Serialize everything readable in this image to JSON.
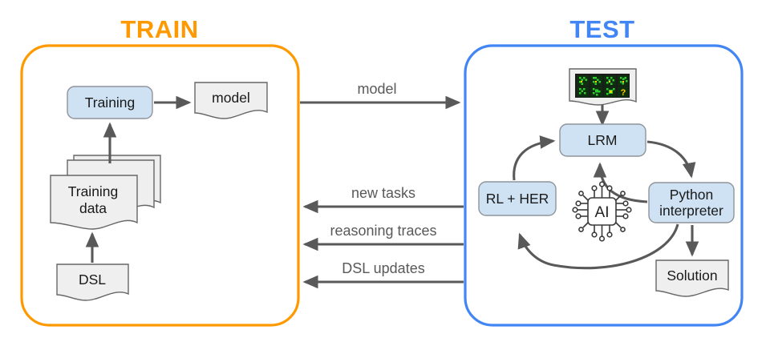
{
  "panels": [
    {
      "id": "train",
      "title": "TRAIN",
      "color": "#ff9900",
      "nodes": [
        {
          "id": "training",
          "label": "Training",
          "shape": "process"
        },
        {
          "id": "model",
          "label": "model",
          "shape": "document"
        },
        {
          "id": "training-data",
          "label_line1": "Training",
          "label_line2": "data",
          "shape": "document-stack"
        },
        {
          "id": "dsl",
          "label": "DSL",
          "shape": "document"
        }
      ]
    },
    {
      "id": "test",
      "title": "TEST",
      "color": "#4285f4",
      "nodes": [
        {
          "id": "task-image",
          "label": "arc-task-thumbnail",
          "shape": "document-image"
        },
        {
          "id": "lrm",
          "label": "LRM",
          "shape": "process"
        },
        {
          "id": "python-interpreter",
          "label_line1": "Python",
          "label_line2": "interpreter",
          "shape": "process"
        },
        {
          "id": "rl-her",
          "label": "RL + HER",
          "shape": "process"
        },
        {
          "id": "solution",
          "label": "Solution",
          "shape": "document"
        },
        {
          "id": "ai-chip",
          "label": "AI",
          "shape": "icon"
        }
      ]
    }
  ],
  "edges": [
    {
      "id": "train-to-test",
      "label": "model",
      "direction": "right"
    },
    {
      "id": "test-to-train-1",
      "label": "new tasks",
      "direction": "left"
    },
    {
      "id": "test-to-train-2",
      "label": "reasoning traces",
      "direction": "left"
    },
    {
      "id": "test-to-train-3",
      "label": "DSL updates",
      "direction": "left"
    }
  ],
  "colors": {
    "train_accent": "#ff9900",
    "test_accent": "#4285f4",
    "process_fill": "#cfe2f3",
    "process_stroke": "#8f9499",
    "document_fill": "#efefef",
    "document_stroke": "#666666",
    "arrow": "#595959",
    "label_text": "#595959",
    "node_text": "#1a1a1a",
    "thumb_bg": "#1b1b1b",
    "thumb_green": "#2fcc2f",
    "thumb_yellow": "#ffd000"
  }
}
